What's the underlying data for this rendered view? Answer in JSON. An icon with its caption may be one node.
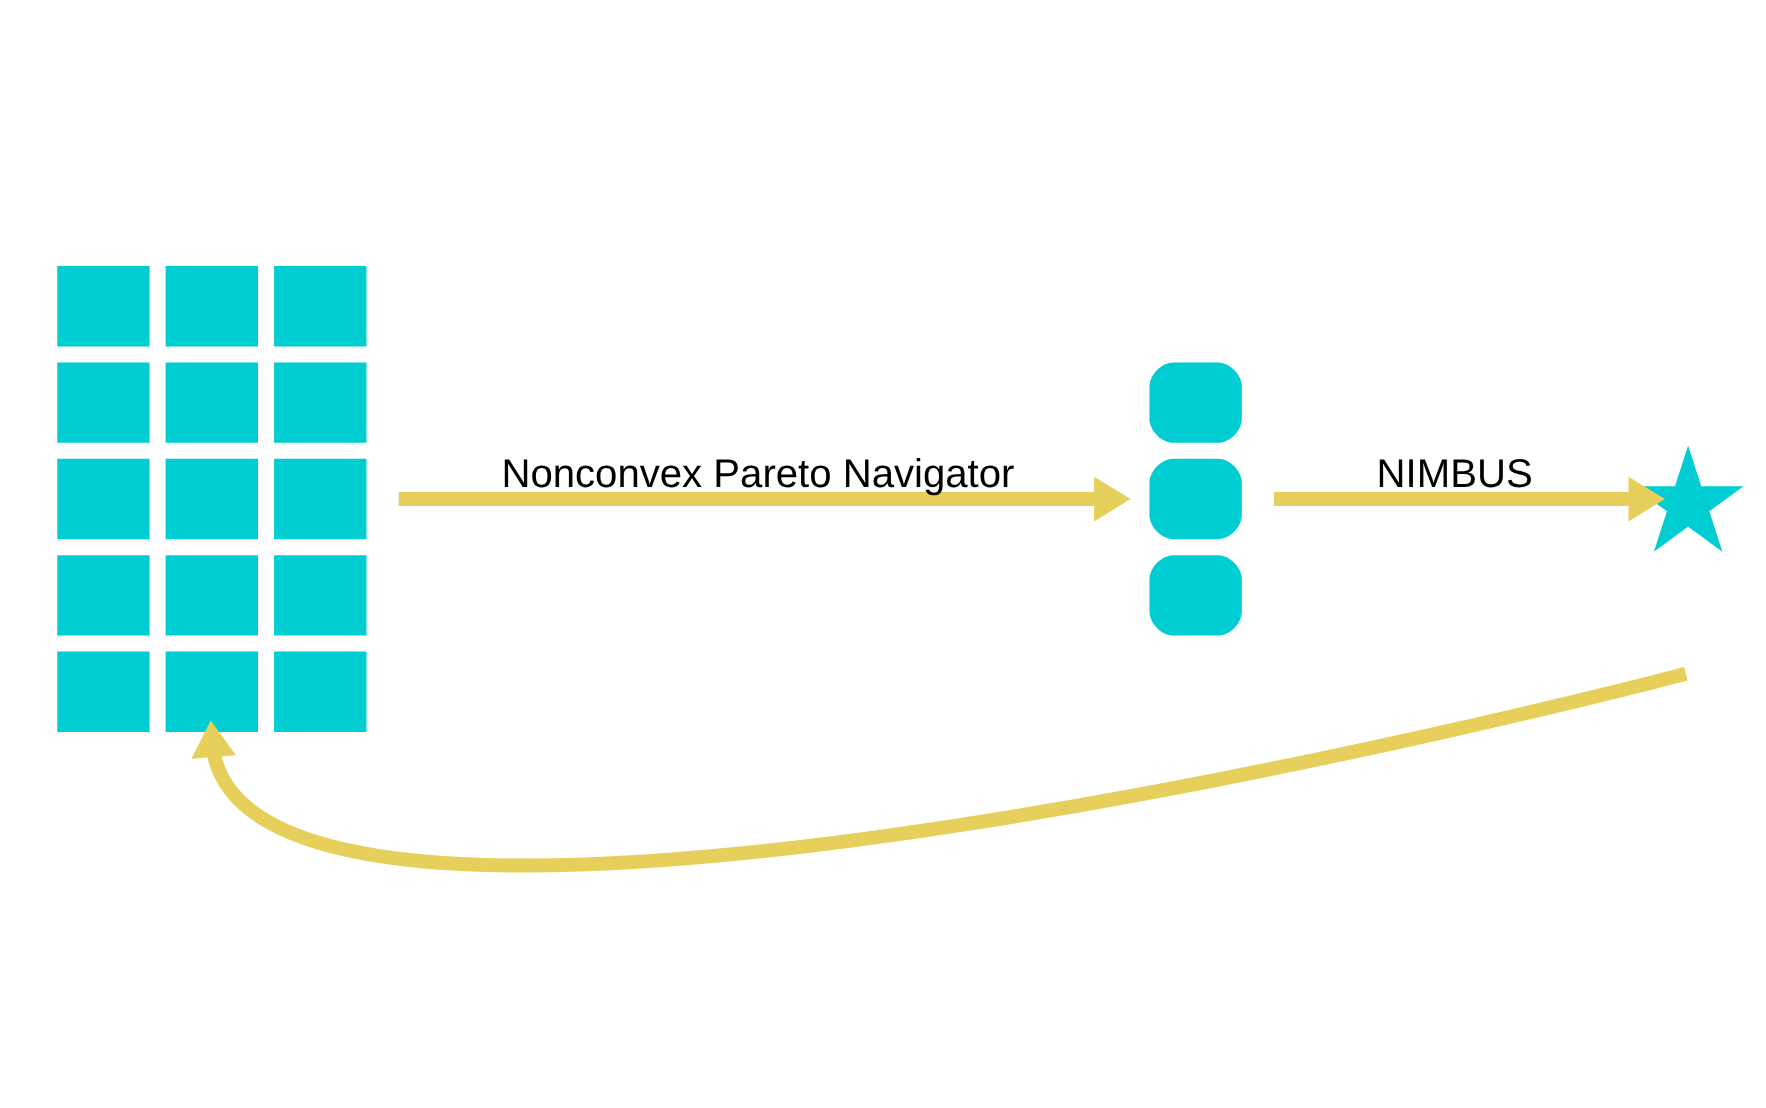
{
  "diagram": {
    "nodes": [
      {
        "text": [],
        "shape": "grid"
      },
      {
        "text": [],
        "shape": "stack"
      },
      {
        "text": [],
        "shape": "star"
      }
    ],
    "edges": [
      {
        "from": 0,
        "to": 1,
        "arrow": "to",
        "label": "Nonconvex Pareto Navigator"
      },
      {
        "from": 1,
        "to": 2,
        "arrow": "to",
        "label": "NIMBUS"
      },
      {
        "from": null,
        "to": 0,
        "arrow": "to"
      }
    ]
  }
}
